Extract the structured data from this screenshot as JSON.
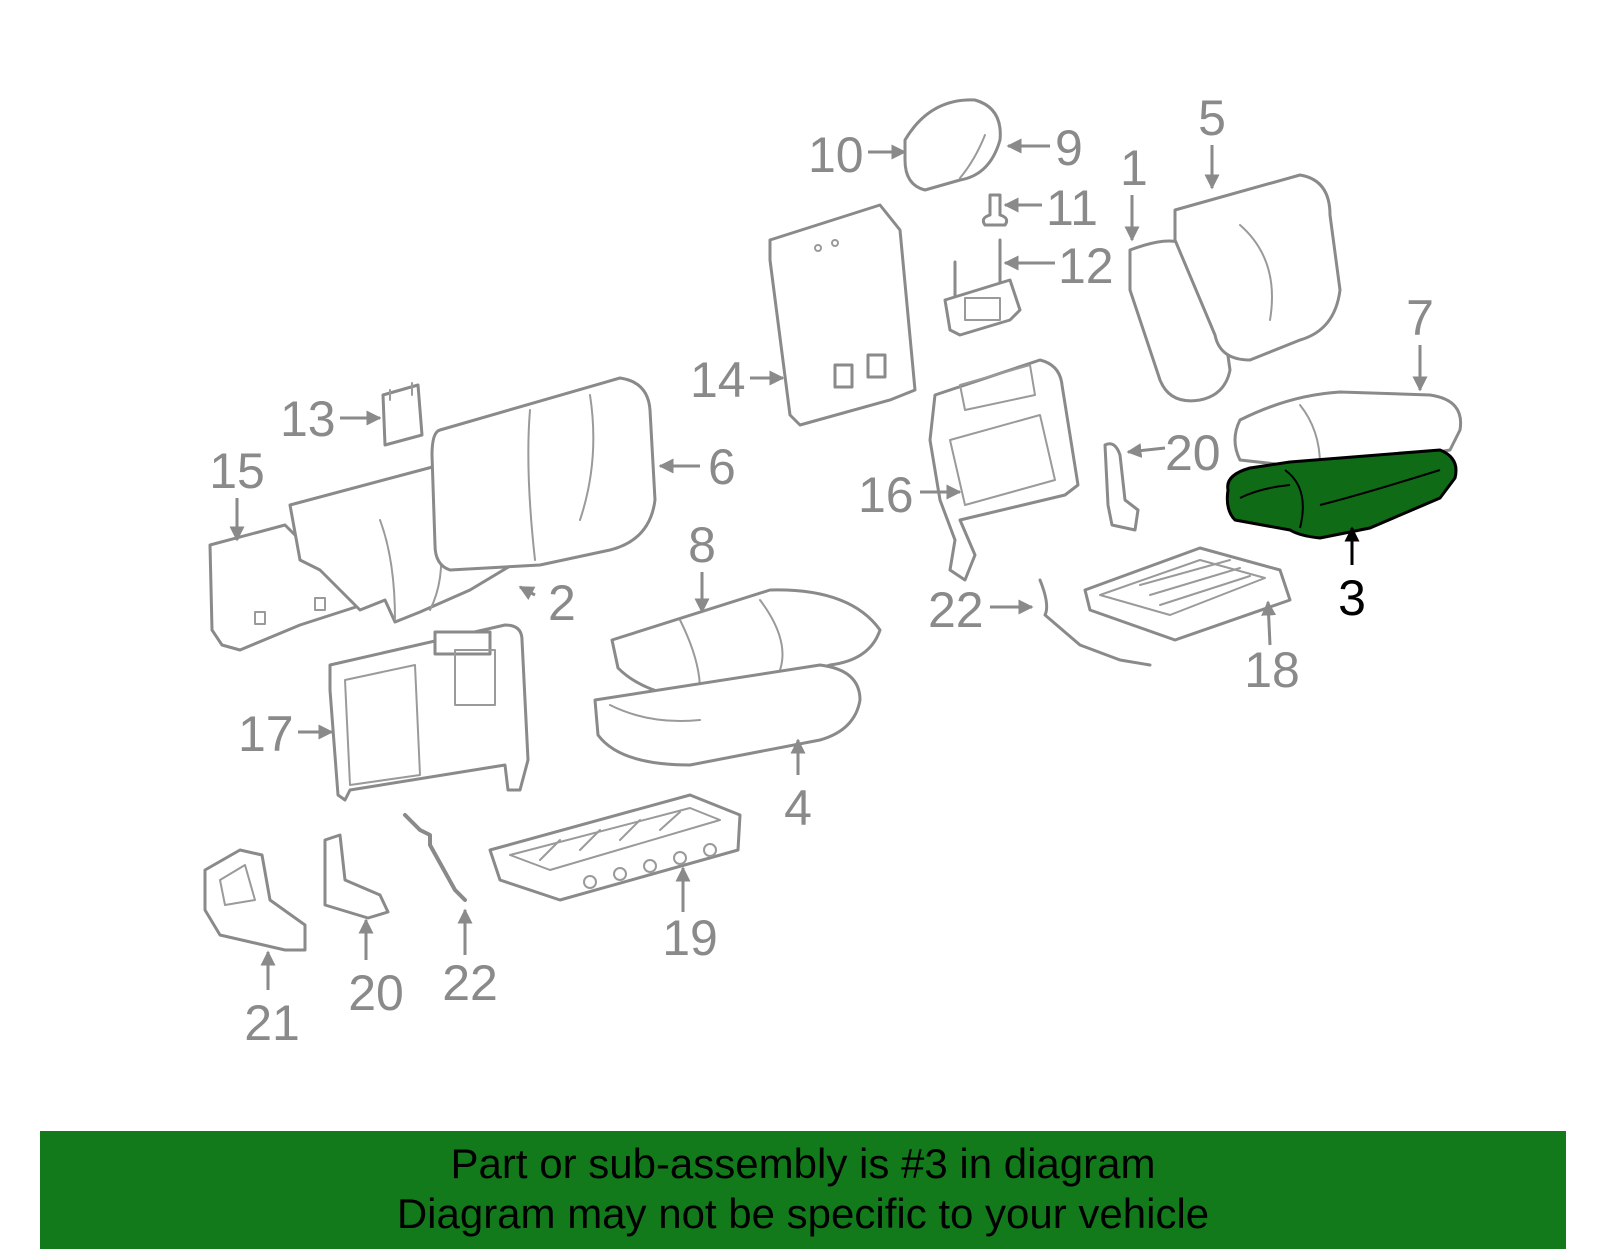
{
  "diagram": {
    "callouts": {
      "c1": "1",
      "c2": "2",
      "c3": "3",
      "c4": "4",
      "c5": "5",
      "c6": "6",
      "c7": "7",
      "c8": "8",
      "c9": "9",
      "c10": "10",
      "c11": "11",
      "c12": "12",
      "c13": "13",
      "c14": "14",
      "c15": "15",
      "c16": "16",
      "c17": "17",
      "c18": "18",
      "c19": "19",
      "c20a": "20",
      "c20b": "20",
      "c21": "21",
      "c22a": "22",
      "c22b": "22"
    },
    "highlighted_part": "3",
    "colors": {
      "highlight": "#0f6b16",
      "banner": "#137a1c",
      "line": "#8a8a8a"
    }
  },
  "banner": {
    "line1": "Part or sub-assembly is #3 in diagram",
    "line2": "Diagram may not be specific to your vehicle"
  }
}
